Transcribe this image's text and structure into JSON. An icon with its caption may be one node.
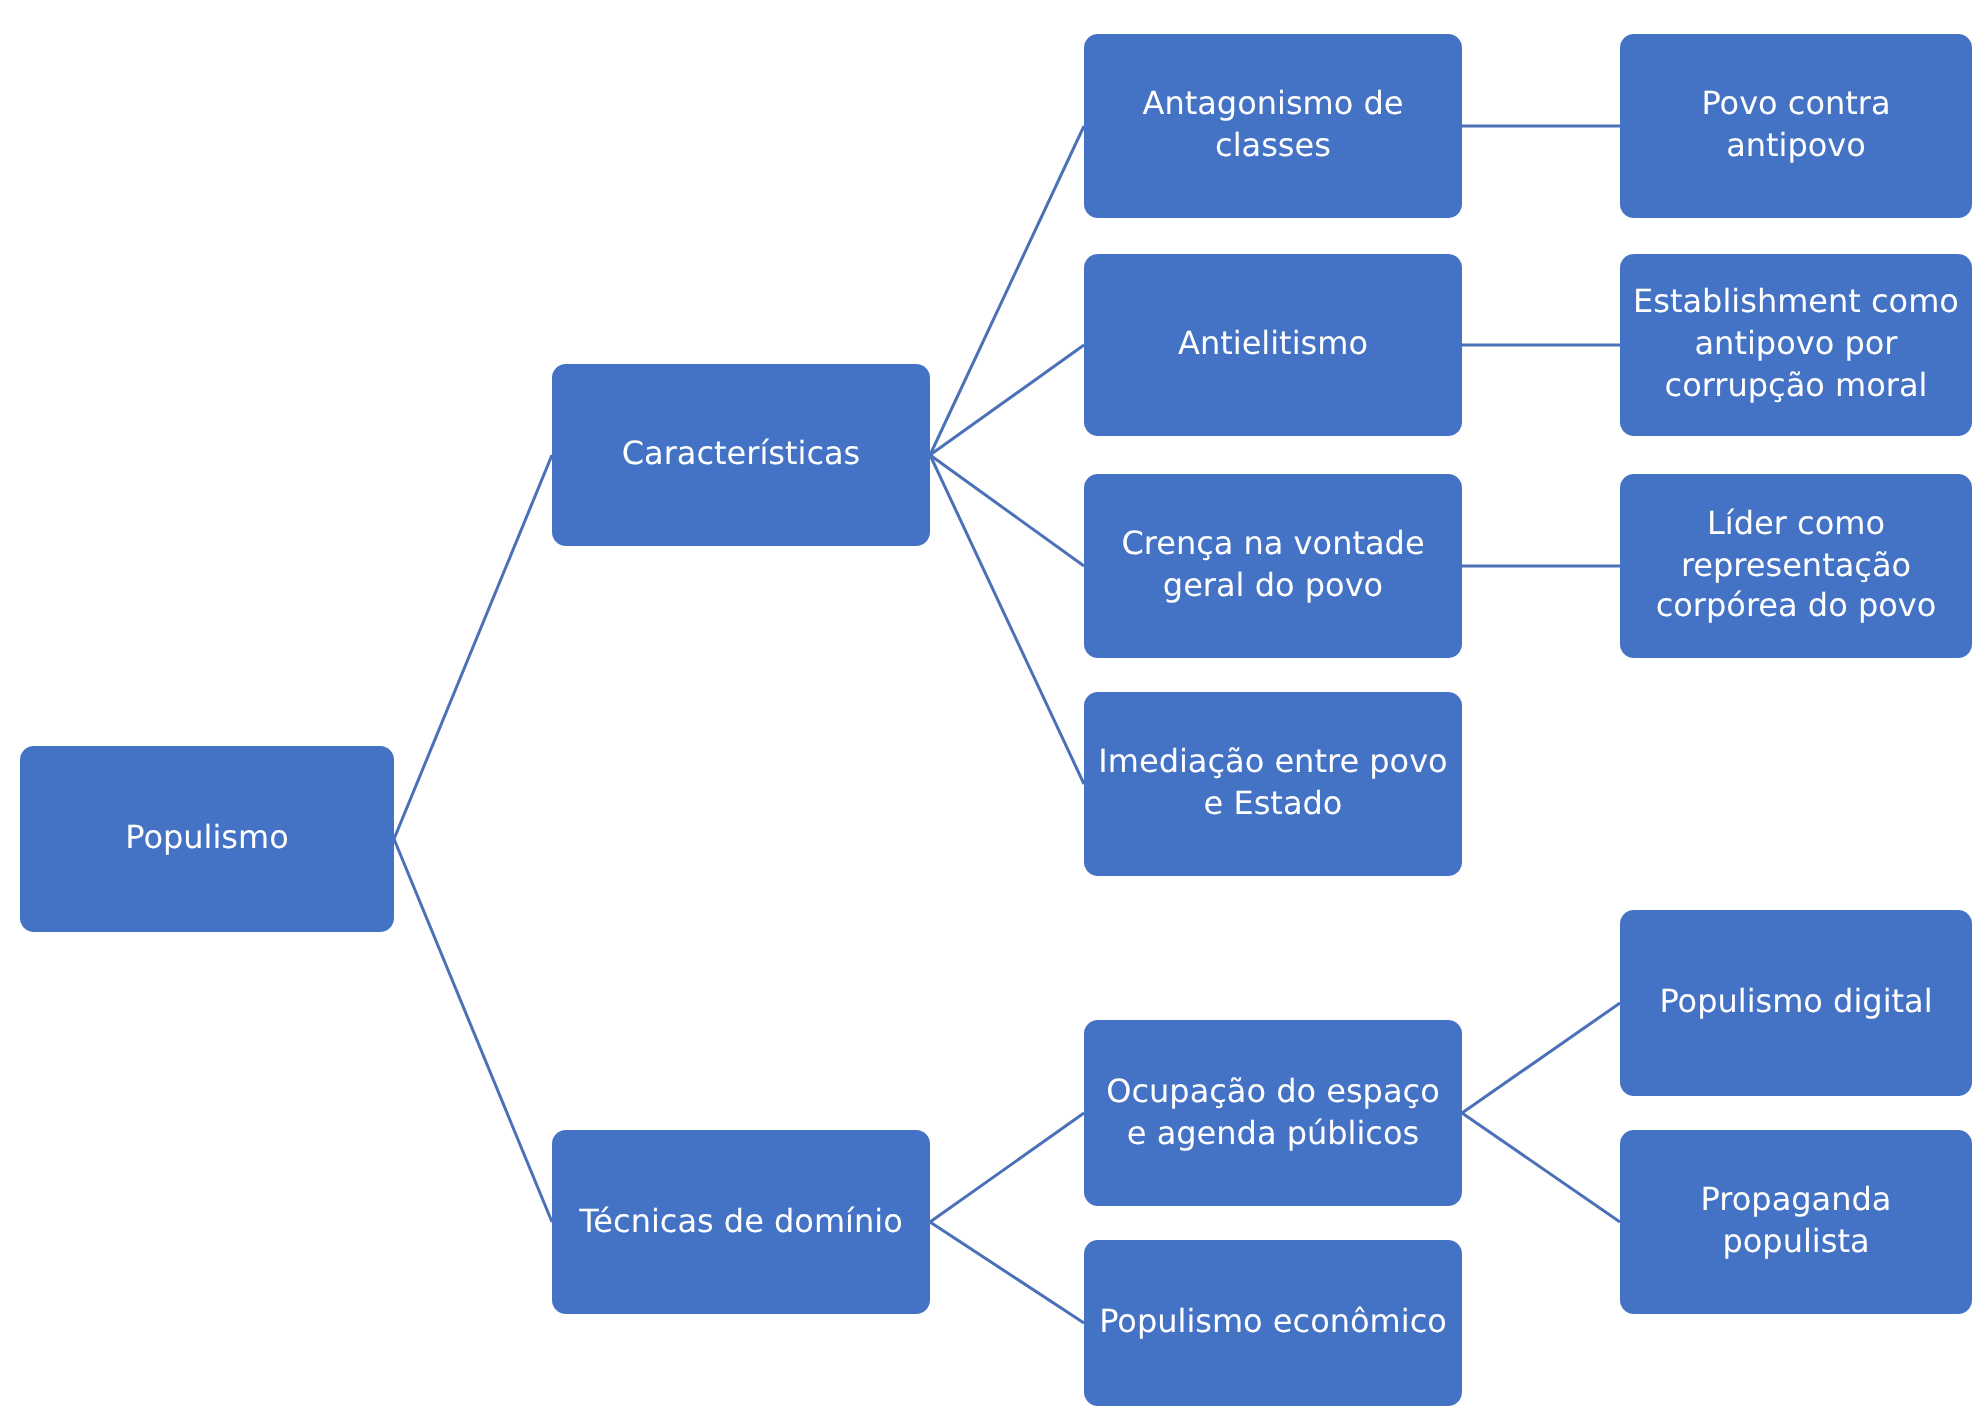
{
  "diagram": {
    "nodes": [
      {
        "text": [
          "Populismo"
        ]
      },
      {
        "text": [
          "Características"
        ]
      },
      {
        "text": [
          "Técnicas de domínio"
        ]
      },
      {
        "text": [
          "Antagonismo de classes"
        ]
      },
      {
        "text": [
          "Antielitismo"
        ]
      },
      {
        "text": [
          "Crença na vontade geral do povo"
        ]
      },
      {
        "text": [
          "Imediação entre povo e Estado"
        ]
      },
      {
        "text": [
          "Ocupação do espaço e agenda públicos"
        ]
      },
      {
        "text": [
          "Populismo econômico"
        ]
      },
      {
        "text": [
          "Povo contra antipovo"
        ]
      },
      {
        "text": [
          "Establishment como antipovo por corrupção moral"
        ]
      },
      {
        "text": [
          "Líder como representação corpórea do povo"
        ]
      },
      {
        "text": [
          "Populismo digital"
        ]
      },
      {
        "text": [
          "Propaganda populista"
        ]
      }
    ],
    "edges": [
      {
        "from": 0,
        "to": 1,
        "arrow": "none"
      },
      {
        "from": 0,
        "to": 2,
        "arrow": "none"
      },
      {
        "from": 1,
        "to": 3,
        "arrow": "none"
      },
      {
        "from": 1,
        "to": 4,
        "arrow": "none"
      },
      {
        "from": 1,
        "to": 5,
        "arrow": "none"
      },
      {
        "from": 1,
        "to": 6,
        "arrow": "none"
      },
      {
        "from": 2,
        "to": 7,
        "arrow": "none"
      },
      {
        "from": 2,
        "to": 8,
        "arrow": "none"
      },
      {
        "from": 3,
        "to": 9,
        "arrow": "none"
      },
      {
        "from": 4,
        "to": 10,
        "arrow": "none"
      },
      {
        "from": 5,
        "to": 11,
        "arrow": "none"
      },
      {
        "from": 7,
        "to": 12,
        "arrow": "none"
      },
      {
        "from": 7,
        "to": 13,
        "arrow": "none"
      }
    ]
  }
}
